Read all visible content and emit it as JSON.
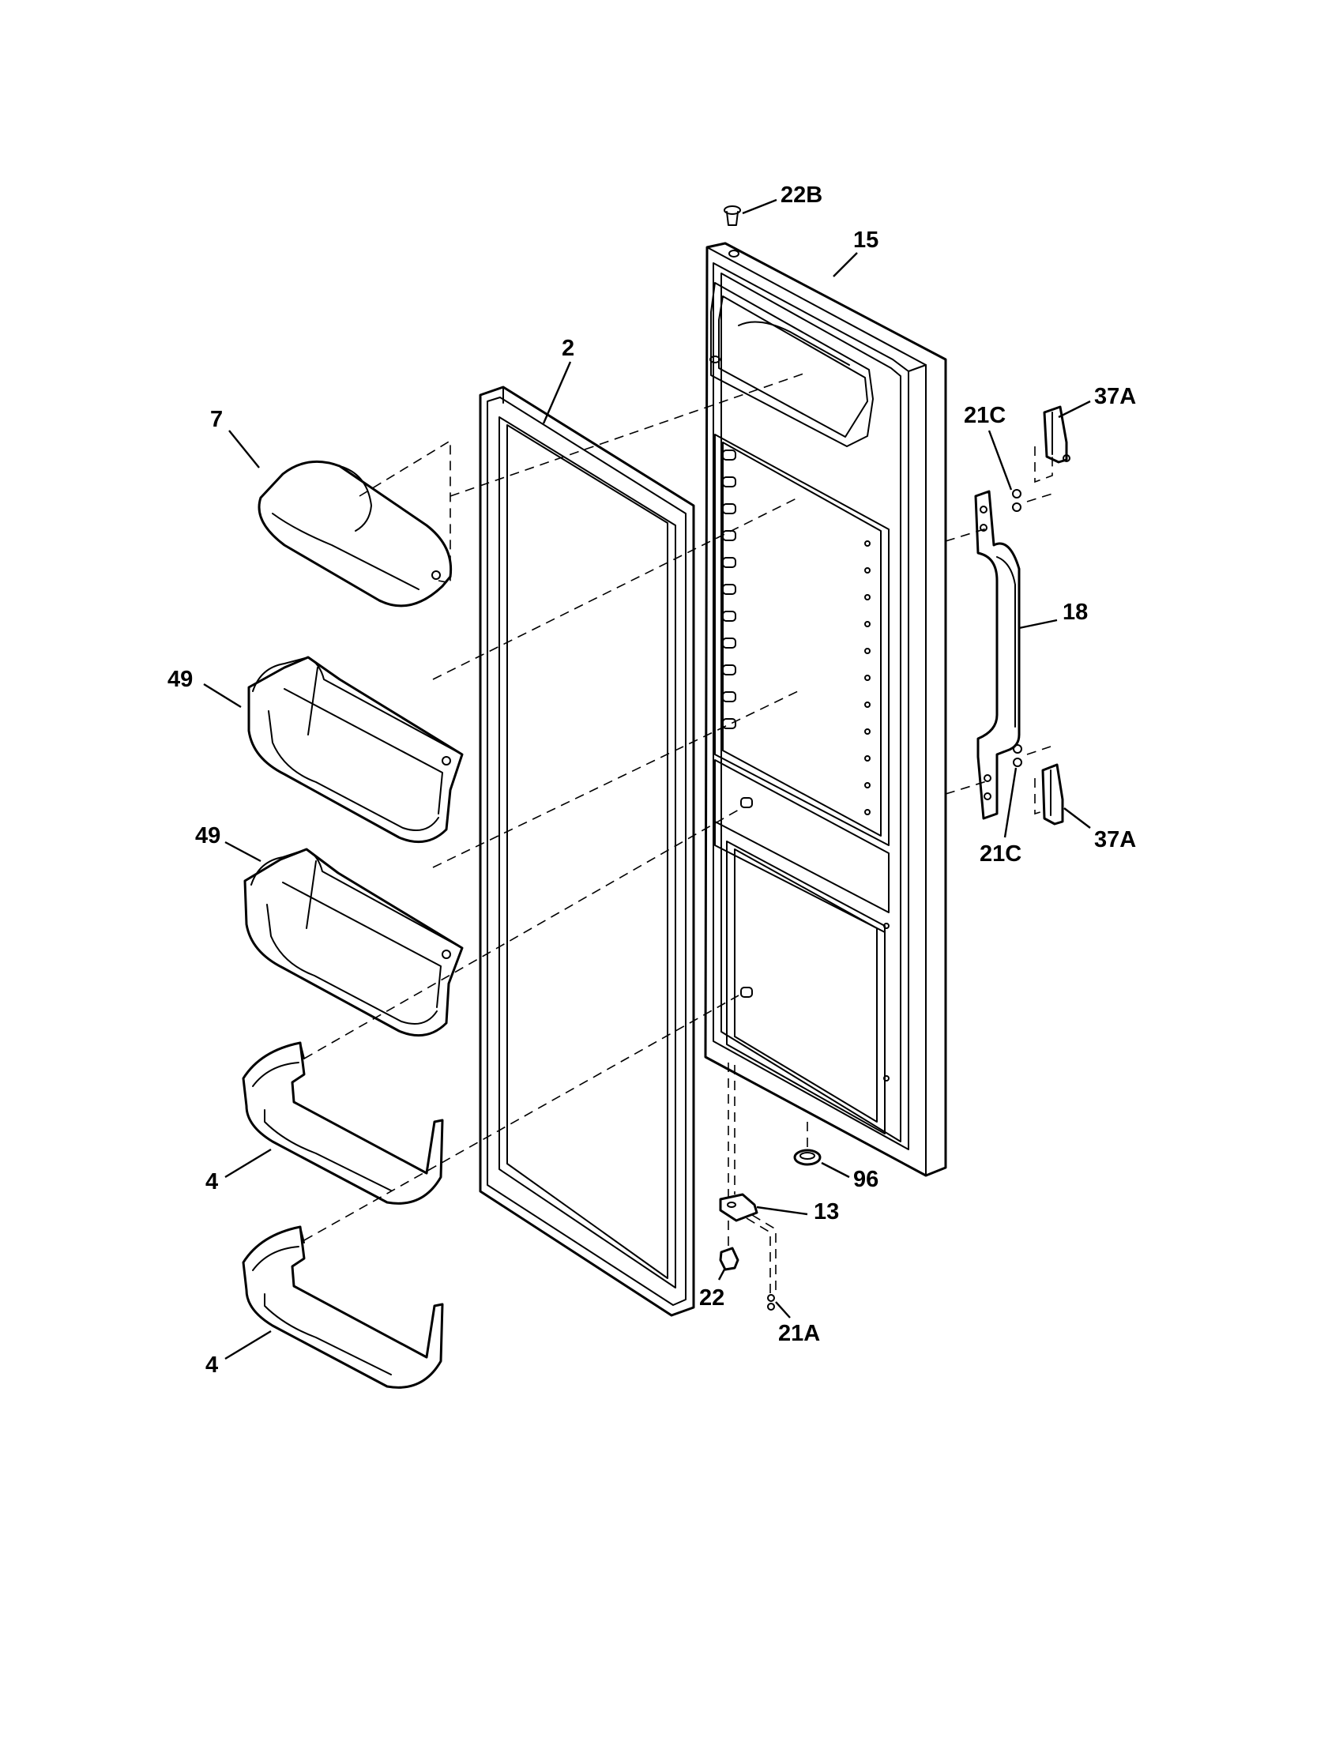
{
  "callouts": {
    "c_22B": "22B",
    "c_15": "15",
    "c_2": "2",
    "c_7": "7",
    "c_21C_top": "21C",
    "c_37A_top": "37A",
    "c_18": "18",
    "c_49_upper": "49",
    "c_49_lower": "49",
    "c_21C_bottom": "21C",
    "c_37A_bottom": "37A",
    "c_4_upper": "4",
    "c_4_lower": "4",
    "c_96": "96",
    "c_13": "13",
    "c_22": "22",
    "c_21A": "21A"
  },
  "colors": {
    "line": "#000000",
    "background": "#ffffff"
  }
}
